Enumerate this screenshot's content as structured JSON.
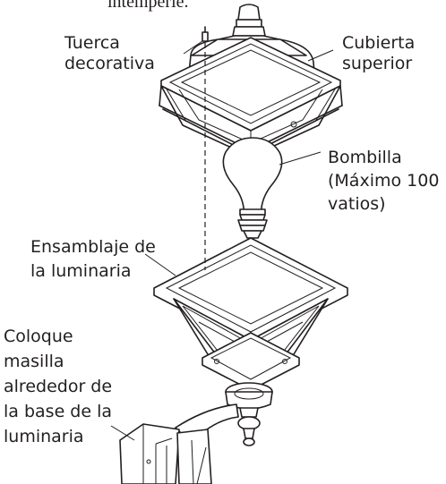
{
  "instruction_fragment": "intemperie.",
  "labels": {
    "nut": [
      "Tuerca",
      "decorativa"
    ],
    "top_cover": [
      "Cubierta",
      "superior"
    ],
    "bulb": [
      "Bombilla",
      "(Máximo 100",
      "vatios)"
    ],
    "fixture": [
      "Ensamblaje de",
      "la luminaria"
    ],
    "caulk": [
      "Coloque",
      "masilla",
      "alrededor de",
      "la base de la",
      "luminaria"
    ]
  }
}
